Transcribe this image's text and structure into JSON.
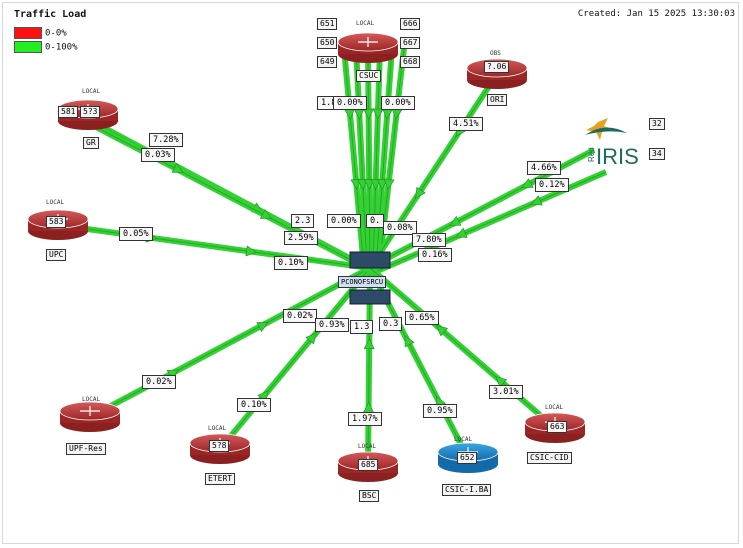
{
  "legend": {
    "title": "Traffic Load",
    "items": [
      {
        "label": "0-0%",
        "color": "#ff1111"
      },
      {
        "label": "0-100%",
        "color": "#22ee22"
      }
    ]
  },
  "created": "Created: Jan 15 2025 13:30:03",
  "hub": {
    "label": "PCONOFSRCU"
  },
  "colors": {
    "link": "#33d133",
    "link_edge": "#1e8f1e",
    "router": "#c23b3b",
    "router_blue": "#1d8fd6",
    "switch": "#2d4a66"
  },
  "nodes": [
    {
      "id": "gr",
      "label": "GR",
      "top": "LOCAL",
      "badges": [
        "581",
        "5?3"
      ]
    },
    {
      "id": "csuc",
      "label": "CSUC",
      "top": "LOCAL",
      "badges": [
        "651",
        "650",
        "649",
        "?",
        "666",
        "667",
        "668"
      ]
    },
    {
      "id": "ori",
      "label": "ORI",
      "top": "OBS",
      "badges": [
        "?.06"
      ]
    },
    {
      "id": "upc",
      "label": "UPC",
      "top": "LOCAL",
      "badges": [
        "583"
      ]
    },
    {
      "id": "rediris",
      "label": "RedIRIS",
      "top": "",
      "badges": [
        "32",
        "34"
      ]
    },
    {
      "id": "upf",
      "label": "UPF-Res",
      "top": "LOCAL",
      "badges": []
    },
    {
      "id": "eterm",
      "label": "ETERT",
      "top": "LOCAL",
      "badges": [
        "5?8"
      ]
    },
    {
      "id": "bsc",
      "label": "BSC",
      "top": "LOCAL",
      "badges": [
        "685"
      ]
    },
    {
      "id": "csicimb",
      "label": "CSIC-I.BA",
      "top": "LOCAL",
      "badges": [
        "652"
      ]
    },
    {
      "id": "csiccid",
      "label": "CSIC-CID",
      "top": "LOCAL",
      "badges": [
        "663"
      ]
    }
  ],
  "link_labels": [
    "7.28%",
    "0.03%",
    "1.8",
    "0.00%",
    "0.00%",
    "4.51%",
    "4.66%",
    "0.12%",
    "0.05%",
    "2.3",
    "2.59%",
    "0.00%",
    "0.",
    "0.08%",
    "7.80%",
    "0.16%",
    "0.10%",
    "0.02%",
    "0.93%",
    "1.3",
    "0.3",
    "0.65%",
    "0.02%",
    "0.10%",
    "1.97%",
    "0.95%",
    "3.01%"
  ]
}
